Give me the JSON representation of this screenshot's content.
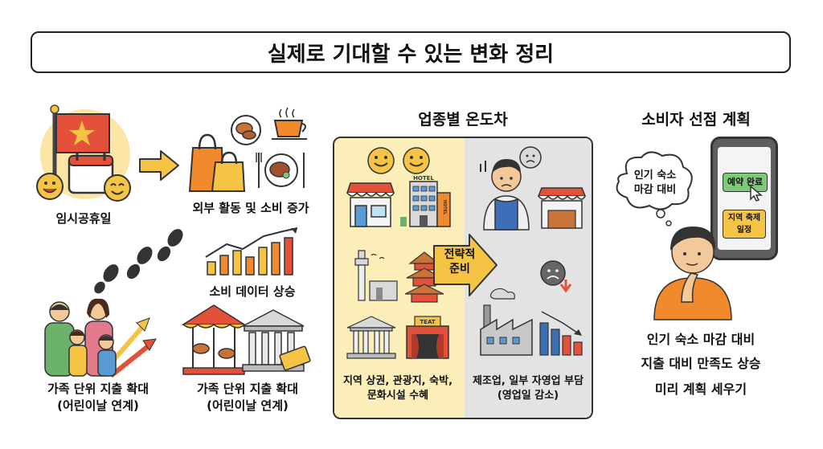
{
  "title": "실제로 기대할 수 있는 변화 정리",
  "left_flow": {
    "holiday_label": "임시공휴일",
    "outdoor_label": "외부 활동 및 소비 증가",
    "data_label": "소비 데이터 상승",
    "family_label_1": "가족 단위 지출 확대",
    "family_label_2": "(어린이날 연계)",
    "culture_label_1": "가족 단위 지출 확대",
    "culture_label_2": "(어린이날 연계)"
  },
  "industry": {
    "title": "업종별 온도차",
    "arrow_line1": "전략적",
    "arrow_line2": "준비",
    "hotel_sign": "HOTEL",
    "hotel_side": "HOTEL",
    "theater_sign": "TEAT",
    "benefit_line1": "지역 상권, 관광지, 숙박,",
    "benefit_line2": "문화시설 수혜",
    "burden_line1": "제조업, 일부 자영업 부담",
    "burden_line2": "(영업일 감소)"
  },
  "consumer": {
    "title": "소비자 선점 계획",
    "bubble_line1": "인기 숙소",
    "bubble_line2": "마감 대비",
    "phone_button_1": "예약 완료",
    "phone_button_2_line1": "지역 축제",
    "phone_button_2_line2": "일정",
    "items": [
      "인기 숙소 마감 대비",
      "지출 대비 만족도 상승",
      "미리 계획 세우기"
    ]
  },
  "colors": {
    "yellow": "#f6c445",
    "orange": "#f08a2c",
    "red": "#e4513a",
    "green": "#7fc97a",
    "panel_left": "#fbeeb8",
    "panel_right": "#e3e3e3"
  }
}
